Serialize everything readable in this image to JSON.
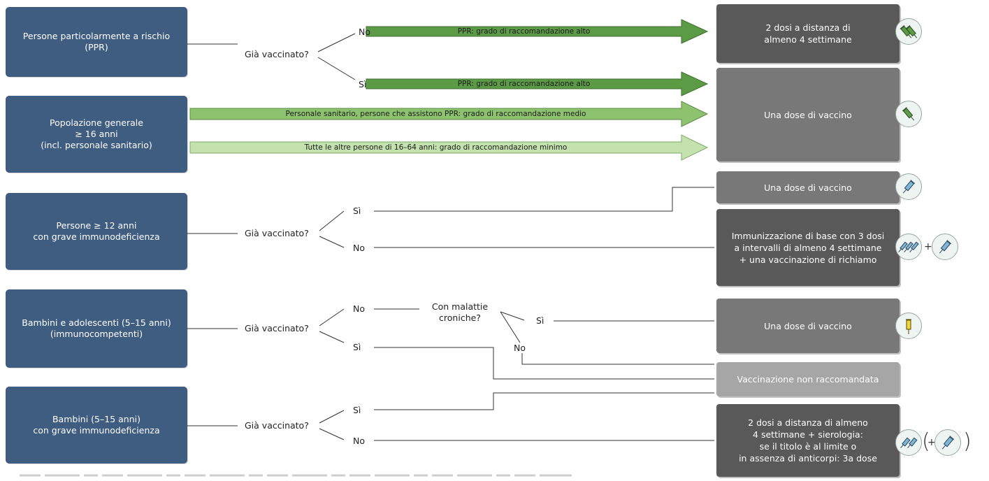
{
  "colors": {
    "group_box": "#3f5d80",
    "arrow_dark": "#5c9b46",
    "arrow_medium": "#8dc26f",
    "arrow_light": "#c3e2ad",
    "result_dark": "#595959",
    "result_medium": "#787878",
    "result_light": "#a6a6a6"
  },
  "groups": [
    {
      "label": "Persone particolarmente a rischio\n(PPR)"
    },
    {
      "label": "Popolazione generale\n≥ 16 anni\n(incl. personale sanitario)"
    },
    {
      "label": "Persone ≥ 12 anni\ncon grave immunodeficienza"
    },
    {
      "label": "Bambini e adolescenti (5–15 anni)\n(immunocompetenti)"
    },
    {
      "label": "Bambini (5–15 anni)\ncon grave immunodeficienza"
    }
  ],
  "questions": {
    "vaccinated": "Già vaccinato?",
    "chronic": "Con malattie\ncroniche?"
  },
  "answers": {
    "yes": "Sì",
    "no": "No"
  },
  "arrows": [
    {
      "label": "PPR: grado di raccomandazione alto",
      "level": "high"
    },
    {
      "label": "PPR: grado di raccomandazione alto",
      "level": "high"
    },
    {
      "label": "Personale sanitario, persone che assistono PPR: grado di raccomandazione medio",
      "level": "medium"
    },
    {
      "label": "Tutte le altre persone di 16–64 anni: grado di raccomandazione minimo",
      "level": "minimum"
    }
  ],
  "results": [
    {
      "label": "2 dosi a distanza di\nalmeno 4 settimane",
      "icon": "two-syringes-green-icon"
    },
    {
      "label": "Una dose di vaccino",
      "icon": "syringe-green-icon"
    },
    {
      "label": "Una dose di vaccino",
      "icon": "syringe-blue-icon"
    },
    {
      "label": "Immunizzazione di base con 3 dosi\na intervalli di almeno 4 settimane\n+ una vaccinazione di richiamo",
      "icon": "three-syringes-blue-icon"
    },
    {
      "label": "Una dose di vaccino",
      "icon": "syringe-yellow-icon"
    },
    {
      "label": "Vaccinazione non raccomandata",
      "icon": ""
    },
    {
      "label": "2 dosi a distanza di almeno\n4 settimane + sierologia:\nse il titolo è al limite o\nin assenza di anticorpi: 3a dose",
      "icon": "two-syringes-blue-icon"
    }
  ],
  "symbols": {
    "plus": "+",
    "paren_open": "(",
    "paren_close": ")"
  }
}
